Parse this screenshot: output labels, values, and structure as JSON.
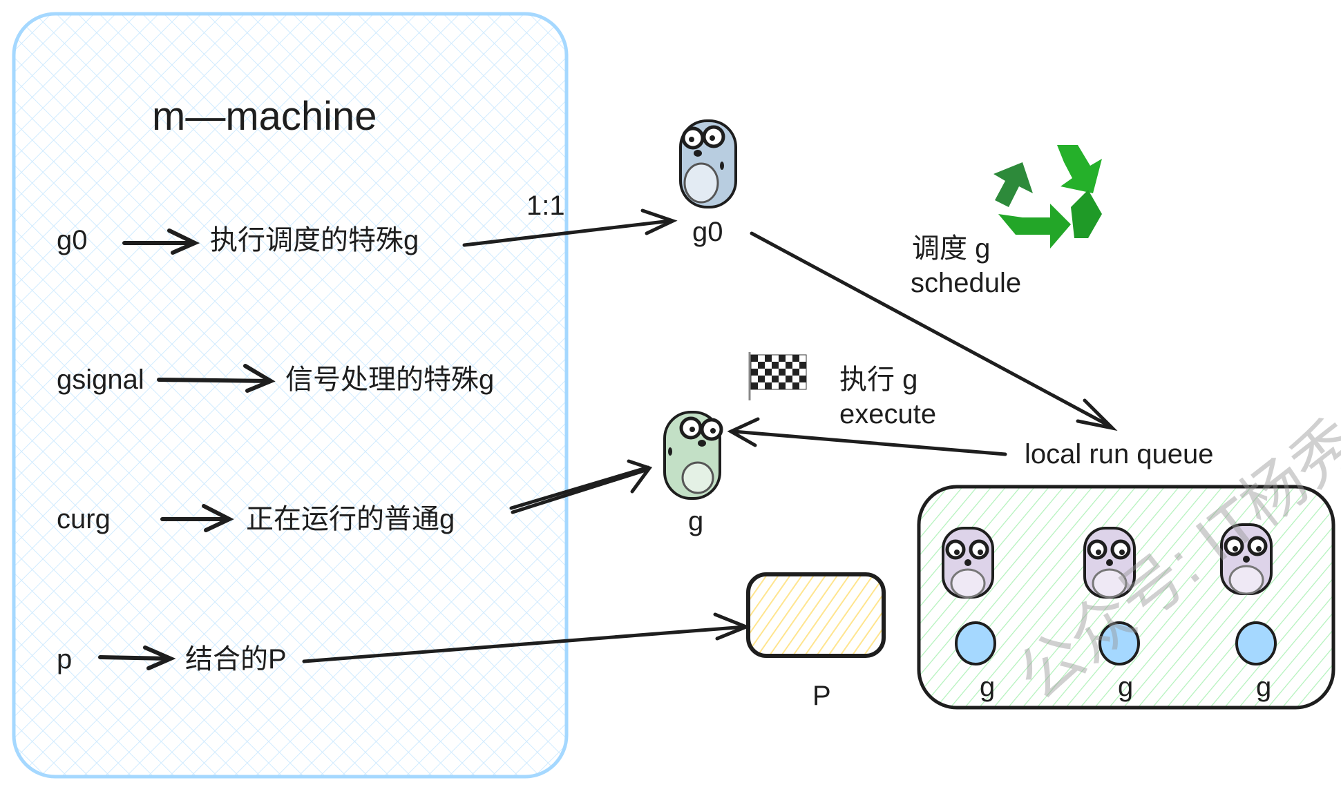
{
  "title": "m—machine",
  "fields": [
    {
      "name": "g0",
      "desc": "执行调度的特殊g"
    },
    {
      "name": "gsignal",
      "desc": "信号处理的特殊g"
    },
    {
      "name": "curg",
      "desc": "正在运行的普通g"
    },
    {
      "name": "p",
      "desc": "结合的P"
    }
  ],
  "ratio_label": "1:1",
  "g0_label": "g0",
  "schedule": {
    "line1": "调度 g",
    "line2": "schedule",
    "icon": "recycle-icon"
  },
  "execute": {
    "line1": "执行 g",
    "line2": "execute",
    "icon": "checkered-flag-icon"
  },
  "current_g_label": "g",
  "local_run_queue_label": "local run queue",
  "p_label": "P",
  "queue_items": [
    {
      "label": "g"
    },
    {
      "label": "g"
    },
    {
      "label": "g"
    }
  ],
  "watermark": "公众号: IT杨秀才",
  "colors": {
    "machine_box_border": "#a5d8ff",
    "machine_box_hatch": "#d0ebff",
    "queue_hatch": "#b2f2bb",
    "p_hatch": "#ffec99",
    "g_circle_fill": "#a5d8ff",
    "gopher_g0": "#b8cde0",
    "gopher_curg": "#c3e0c6",
    "gopher_queue": "#ddd3e9"
  }
}
